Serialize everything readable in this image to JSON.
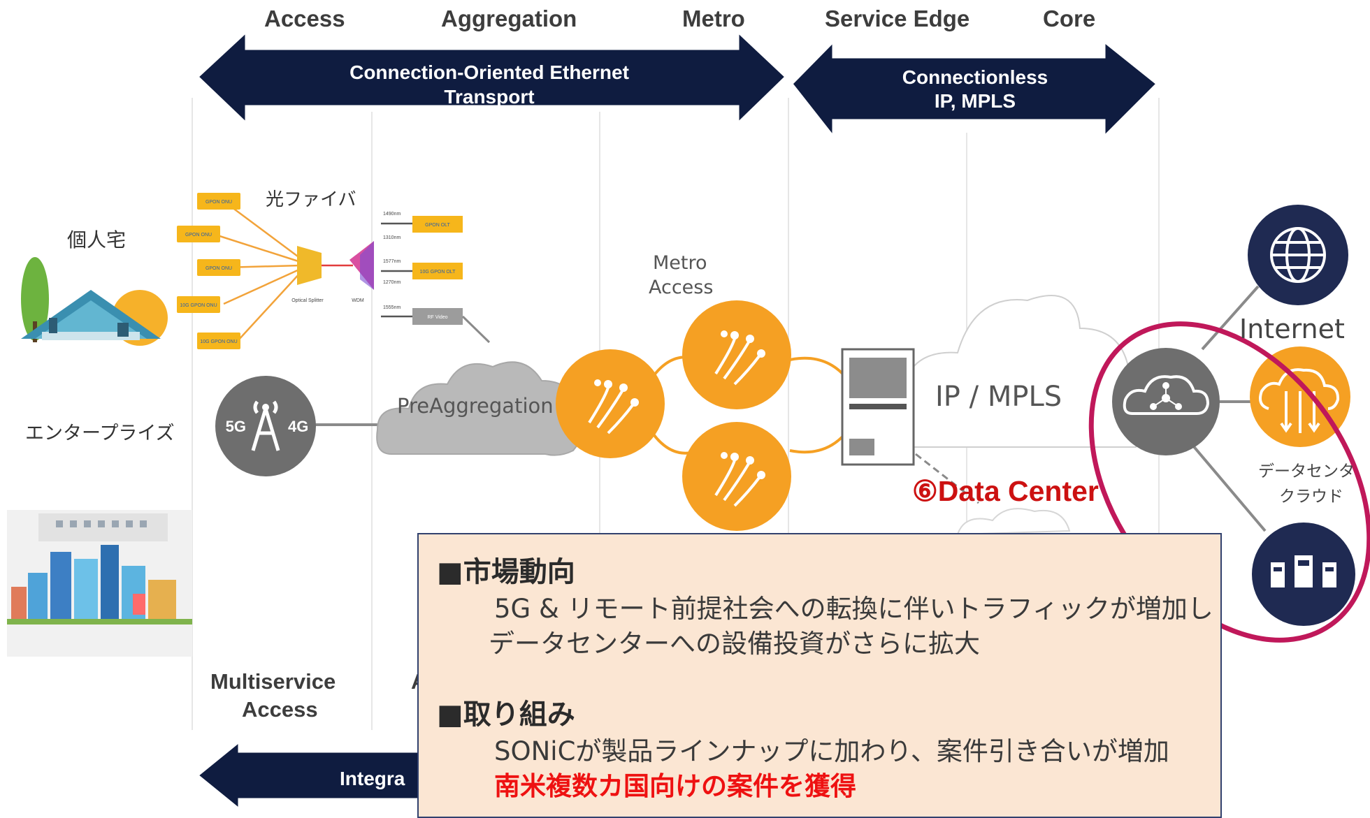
{
  "headers": {
    "access": "Access",
    "aggregation": "Aggregation",
    "metro": "Metro",
    "service_edge": "Service Edge",
    "core": "Core"
  },
  "arrows": {
    "connection_oriented": "Connection-Oriented Ethernet Transport",
    "connectionless_line1": "Connectionless",
    "connectionless_line2": "IP, MPLS",
    "bottom_label": "Integra"
  },
  "left_labels": {
    "residence": "個人宅",
    "enterprise": "エンタープライズ",
    "fiber": "光ファイバ",
    "multiservice_line1": "Multiservice",
    "multiservice_line2": "Access",
    "cut_letter": "A"
  },
  "pon": {
    "onu_labels": [
      "GPON ONU",
      "GPON ONU",
      "GPON ONU",
      "10G GPON ONU",
      "10G GPON ONU"
    ],
    "olt_labels": [
      "GPON OLT",
      "10G GPON OLT",
      "RF Video"
    ],
    "wavelengths": [
      "1490nm",
      "1310nm",
      "1577nm",
      "1270nm",
      "1555nm"
    ],
    "splitter_label": "Optical Splitter",
    "wdm_label": "WDM"
  },
  "network": {
    "cellular_5g": "5G",
    "cellular_4g": "4G",
    "preaggregation": "PreAggregation",
    "metro_access_line1": "Metro",
    "metro_access_line2": "Access",
    "ip_mpls": "IP / MPLS",
    "data_center": "⑥Data Center",
    "internet": "Internet",
    "dc_cloud_line1": "データセンタ",
    "dc_cloud_line2": "クラウド"
  },
  "info_box": {
    "section1_title": "■市場動向",
    "section1_line1": "5G & リモート前提社会への転換に伴いトラフィックが増加し",
    "section1_line2": "データセンターへの設備投資がさらに拡大",
    "section2_title": "■取り組み",
    "section2_line1": "SONiCが製品ラインナップに加わり、案件引き合いが増加",
    "section2_highlight": "南米複数カ国向けの案件を獲得"
  },
  "colors": {
    "navy": "#0f1c40",
    "orange": "#f5a023",
    "gray_node": "#707070",
    "dark_circle": "#1f2a52",
    "ellipse": "#c0185a",
    "data_center_text": "#cc1111",
    "box_bg": "#fbe6d3",
    "box_border": "#31416e",
    "highlight": "#ee1111"
  }
}
